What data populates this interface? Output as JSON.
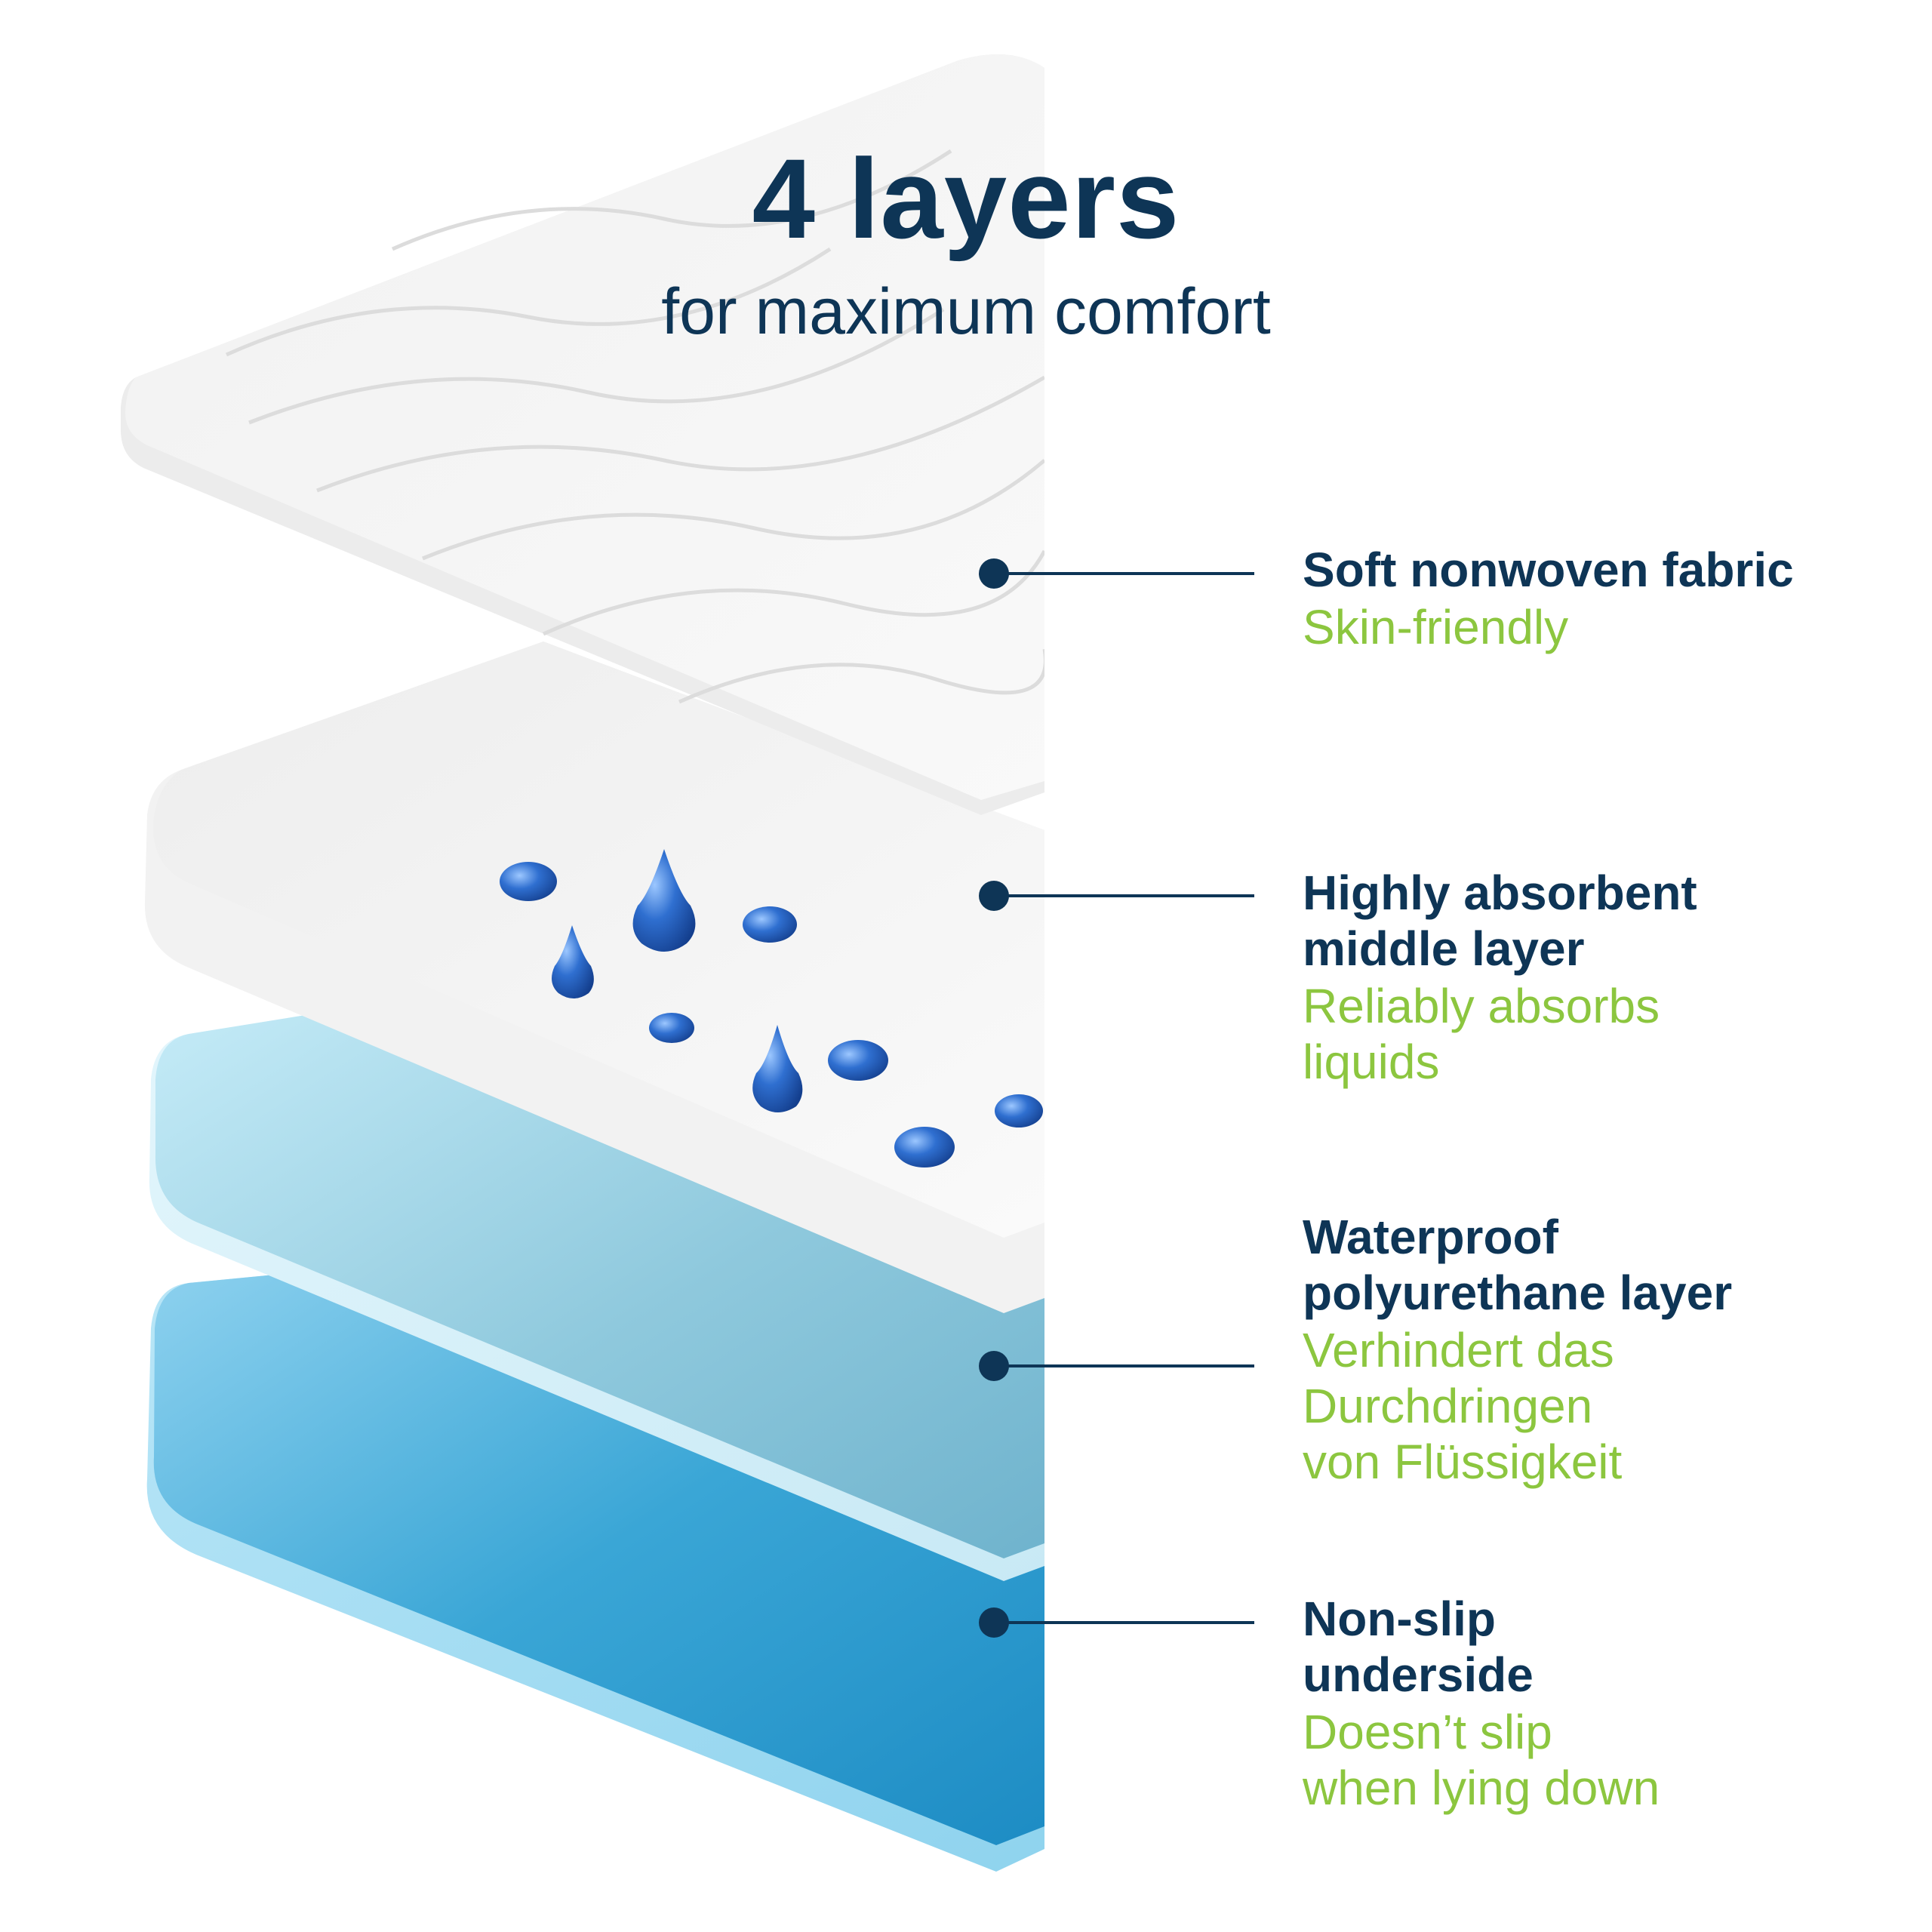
{
  "header": {
    "title": "4 layers",
    "subtitle": "for maximum comfort"
  },
  "colors": {
    "heading_text": "#0e3556",
    "benefit_text": "#8cc63f",
    "bullet": "#0e3556",
    "top_layer": "#f4f4f4",
    "middle_layer": "#f7f7f7",
    "waterproof_layer": "#a8d8ea",
    "bottom_layer": "#5cb8e0",
    "droplet": "#2a6fcf"
  },
  "layers": [
    {
      "icon": "bullet-dot",
      "heading": "Soft nonwoven fabric",
      "benefit": "Skin-friendly"
    },
    {
      "icon": "bullet-dot",
      "heading": "Highly absorbent\nmiddle layer",
      "benefit": "Reliably absorbs\nliquids"
    },
    {
      "icon": "bullet-dot",
      "heading": "Waterproof\npolyurethane layer",
      "benefit": "Verhindert das\nDurchdringen\nvon Flüssigkeit"
    },
    {
      "icon": "bullet-dot",
      "heading": "Non-slip\nunderside",
      "benefit": "Doesn’t slip\nwhen lying down"
    }
  ]
}
